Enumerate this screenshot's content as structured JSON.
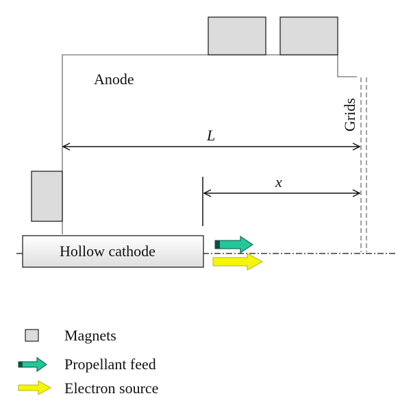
{
  "labels": {
    "anode": "Anode",
    "grids": "Grids",
    "length": "L",
    "position": "x",
    "cathode": "Hollow cathode"
  },
  "legend": {
    "magnets": "Magnets",
    "propellant": "Propellant feed",
    "electron": "Electron source"
  },
  "colors": {
    "magnet_fill": "#dcdcdc",
    "magnet_stroke": "#222222",
    "wall": "#8a8a8a",
    "grid": "#8a8a8a",
    "propellant_arrow": "#22c79a",
    "propellant_tail": "#0f4f3e",
    "electron_arrow": "#f5f50a",
    "electron_stroke": "#b5b500",
    "cathode_fill_top": "#ffffff",
    "cathode_fill_bottom": "#dedede"
  }
}
